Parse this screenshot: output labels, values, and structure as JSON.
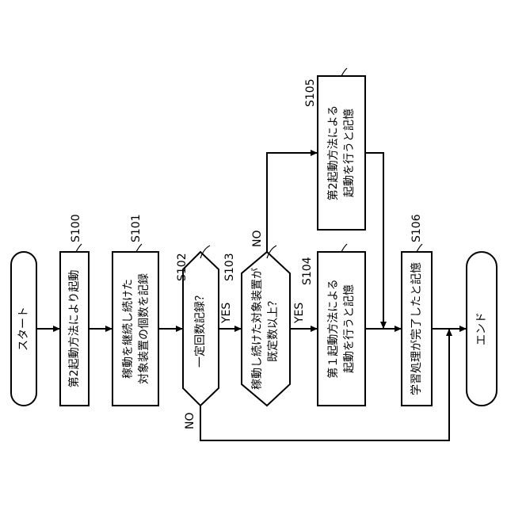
{
  "nodes": {
    "start": "スタート",
    "s100": "第2起動方法により起動",
    "s101_line1": "稼動を継続し続けた",
    "s101_line2": "対象装置の個数を記録",
    "s102": "一定回数記録？",
    "s103_line1": "稼動し続けた対象装置が",
    "s103_line2": "既定数以上？",
    "s104_line1": "第１起動方法による",
    "s104_line2": "起動を行うと記憶",
    "s105_line1": "第2起動方法による",
    "s105_line2": "起動を行うと記憶",
    "s106": "学習処理が完了したと記憶",
    "end": "エンド"
  },
  "steps": {
    "s100": "S100",
    "s101": "S101",
    "s102": "S102",
    "s103": "S103",
    "s104": "S104",
    "s105": "S105",
    "s106": "S106"
  },
  "branch_labels": {
    "s102_yes": "YES",
    "s102_no": "NO",
    "s103_yes": "YES",
    "s103_no": "NO"
  }
}
